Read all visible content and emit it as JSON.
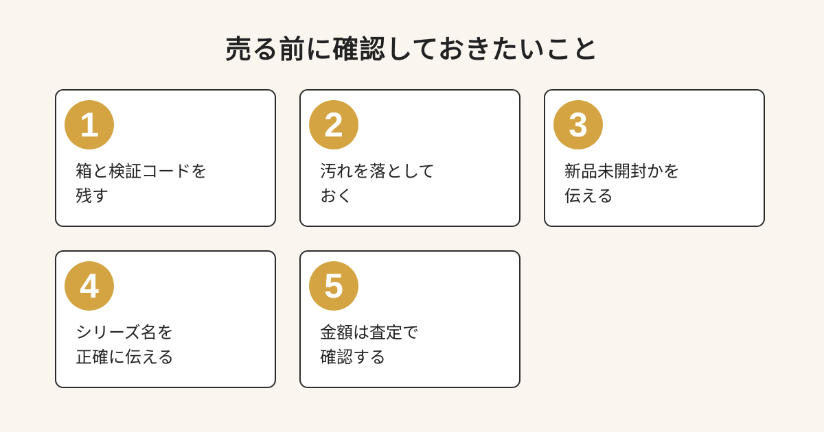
{
  "title": "売る前に確認しておきたいこと",
  "accent_color": "#d4a442",
  "cards": [
    {
      "number": "1",
      "lines": [
        "箱と検証コードを",
        "残す"
      ]
    },
    {
      "number": "2",
      "lines": [
        "汚れを落として",
        "おく"
      ]
    },
    {
      "number": "3",
      "lines": [
        "新品未開封かを",
        "伝える"
      ]
    },
    {
      "number": "4",
      "lines": [
        "シリーズ名を",
        "正確に伝える"
      ]
    },
    {
      "number": "5",
      "lines": [
        "金額は査定で",
        "確認する"
      ]
    }
  ]
}
